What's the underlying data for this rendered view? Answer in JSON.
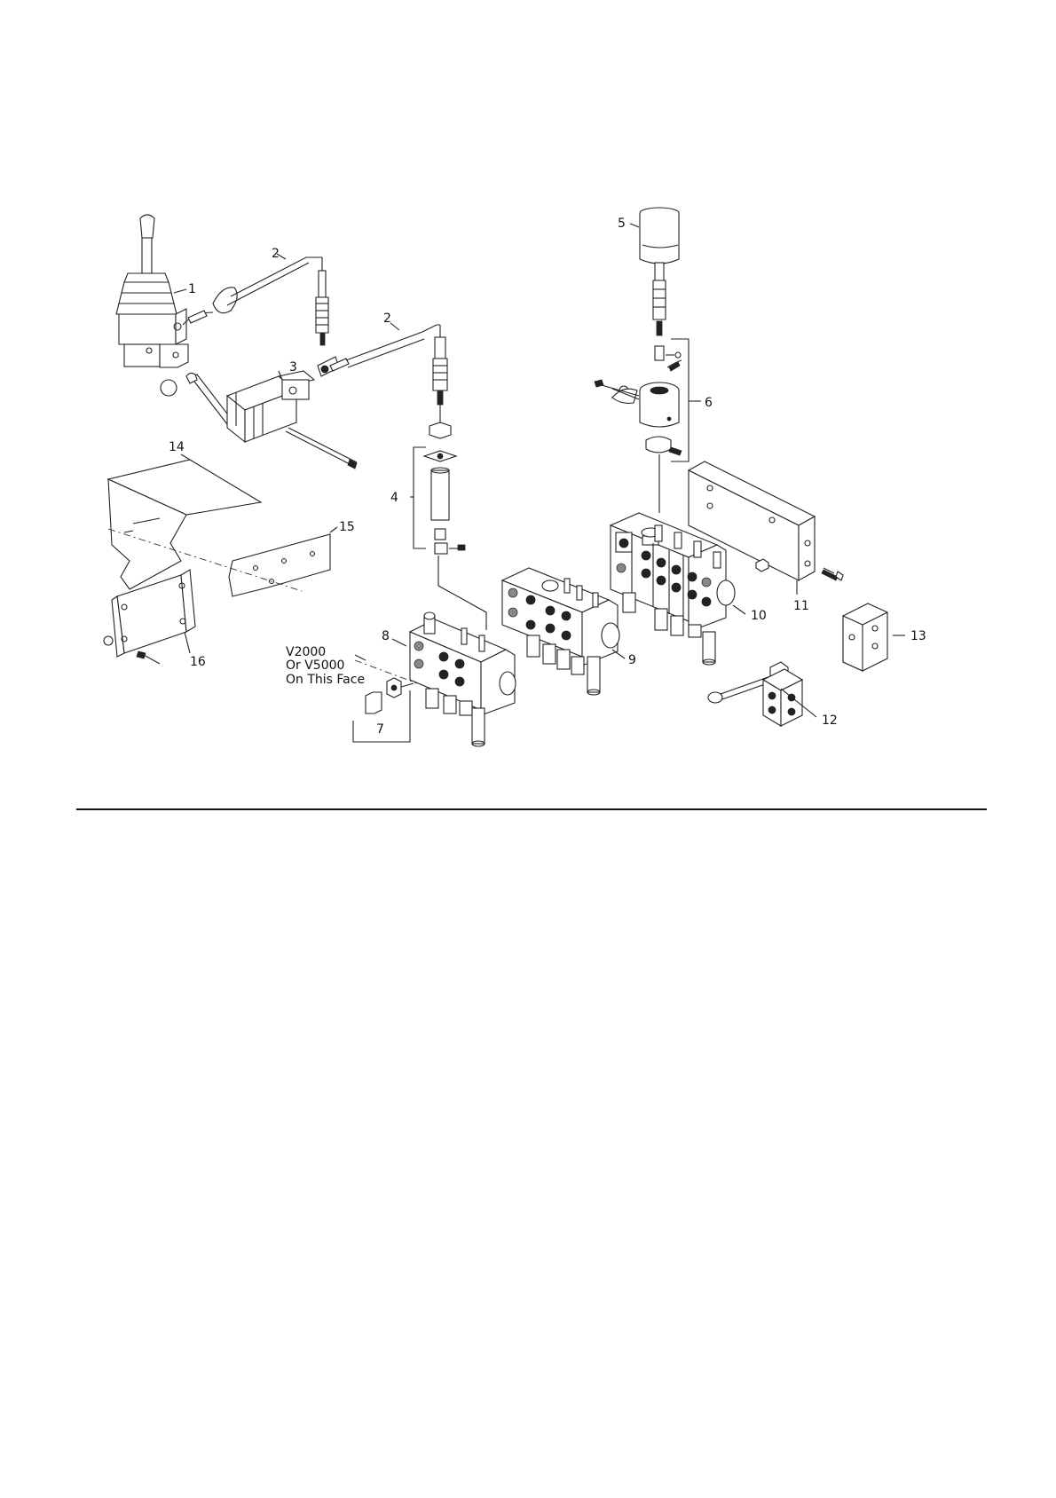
{
  "diagram": {
    "callouts": [
      "1",
      "2",
      "2",
      "3",
      "4",
      "5",
      "6",
      "7",
      "8",
      "9",
      "10",
      "11",
      "12",
      "13",
      "14",
      "15",
      "16"
    ],
    "note_lines": [
      "V2000",
      "Or V5000",
      "On This Face"
    ]
  }
}
